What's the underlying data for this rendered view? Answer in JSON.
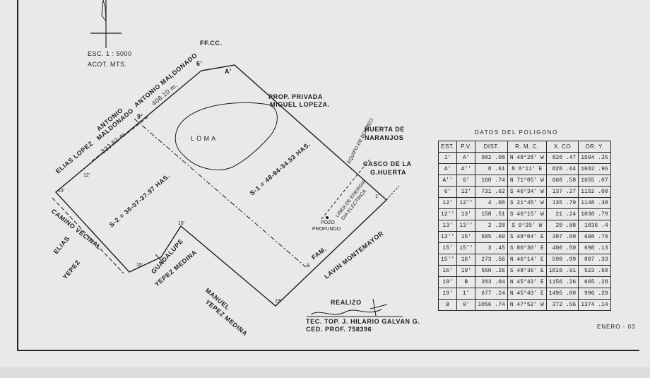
{
  "scale": {
    "line1": "ESC. 1 : 5000",
    "line2": "ACOT. MTS."
  },
  "labels": {
    "ffcc": "FF.CC.",
    "vtx_6p": "6'",
    "vtx_A": "A'",
    "vtx_9p": "9'",
    "vtx_12": "12'",
    "vtx_13": "13'",
    "vtx_15": "15'",
    "vtx_16": "16'",
    "vtx_19": "19'",
    "vtx_B": "B",
    "vtx_1": "1'",
    "loma": "L O M A",
    "antonio_maldonado": "ANTONIO MALDONADO",
    "dim_408": "408.10 m.",
    "antonio_2": "ANTONIO",
    "maldonado_2": "MALDONADO",
    "dim_323": "323.52 m.",
    "elias_lopez": "ELIAS LOPEZ",
    "prop_privada": "PROP. PRIVADA",
    "miguel_lopeza": "MIGUEL LOPEZA.",
    "huerta_de": "HUERTA DE",
    "naranjos": "NARANJOS",
    "casco_de_la": "CASCO DE LA",
    "g_huerta": "G.HUERTA",
    "equipo_bombeo": "EQUIPO DE BOMBEO",
    "linea_energia": "LINEA DE ENERGIA",
    "gia_electrica": "GIA ELECTRICA",
    "pozo": "POZO",
    "profundo": "PROFUNDO",
    "s1": "S-1 = 48-94-34.53 HAS.",
    "s2": "S-2 = 36-07-37.97 HAS.",
    "camino_vecinal": "CAMINO VECINAL",
    "elias": "ELIAS",
    "yepez": "YEPEZ",
    "guadalupe": "GUADALUPE",
    "yepez_medina": "YEPEZ MEDINA",
    "manuel": "MANUEL",
    "yepez_medina_2": "YEPEZ MEDINA",
    "fam": "FAM.",
    "lavin_montemayor": "LAVIN MONTEMAYOR"
  },
  "signature": {
    "title": "REALIZO",
    "name": "TEC. TOP. J. HILARIO GALVAN G.",
    "ced": "CED. PROF. 758396"
  },
  "table": {
    "title": "DATOS DEL POLIGONO",
    "headers": [
      "EST.",
      "P.V.",
      "DIST.",
      "R. M. C.",
      "X. CO",
      "OR. Y."
    ],
    "rows": [
      [
        "1'",
        "A'",
        "902 .08",
        "N 48°28' W",
        "820 .47",
        "1594 .35"
      ],
      [
        "A'",
        "A''",
        "8 .61",
        "N 0°11' E",
        "820 .64",
        "1602 .96"
      ],
      [
        "A''",
        "6'",
        "160 .74",
        "N 71°05' W",
        "668 .58",
        "1655 .07"
      ],
      [
        "6'",
        "12'",
        "731 .62",
        "S 46°34' W",
        "137 .27",
        "1152 .00"
      ],
      [
        "12'",
        "12''",
        "4 .00",
        "S 21°45' W",
        "135 .79",
        "1148 .38"
      ],
      [
        "12''",
        "13'",
        "158 .51",
        "S 46°15' W",
        "21 .24",
        "1038 .79"
      ],
      [
        "13'",
        "13''",
        "2 .20",
        "S 9°25' W",
        "20 .88",
        "1036 .4"
      ],
      [
        "13''",
        "15'",
        "505 .69",
        "S 48°04' E",
        "397 .09",
        "698 .70"
      ],
      [
        "15'",
        "15''",
        "3 .45",
        "S 80°30' E",
        "400 .50",
        "698 .13"
      ],
      [
        "15''",
        "16'",
        "273 .56",
        "N 46°14' E",
        "598 .09",
        "887 .33"
      ],
      [
        "16'",
        "19'",
        "550 .26",
        "S 48°36' E",
        "1010 .91",
        "523 .50"
      ],
      [
        "19'",
        "B",
        "203 .04",
        "N 45°43' E",
        "1156 .26",
        "665 .28"
      ],
      [
        "19'",
        "1'",
        "677 .24",
        "N 45°43' E",
        "1495 .80",
        "996 .29"
      ],
      [
        "B",
        "9'",
        "1056 .74",
        "N 47°52' W",
        "372 .56",
        "1374 .14"
      ]
    ]
  },
  "footer": {
    "date": "ENERO - 03"
  }
}
